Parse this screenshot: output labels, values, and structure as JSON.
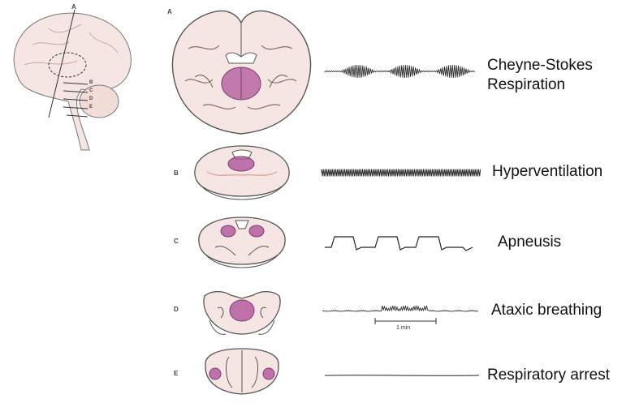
{
  "side_brain": {
    "section_line_label": "A",
    "level_labels": [
      "B",
      "C",
      "D",
      "E"
    ]
  },
  "rows": [
    {
      "letter": "A",
      "pattern_line1": "Cheyne-Stokes",
      "pattern_line2": "Respiration",
      "trace": "cheyne-stokes"
    },
    {
      "letter": "B",
      "pattern": "Hyperventilation",
      "trace": "hyperventilation"
    },
    {
      "letter": "C",
      "pattern": "Apneusis",
      "trace": "apneusis"
    },
    {
      "letter": "D",
      "pattern": "Ataxic breathing",
      "trace": "ataxic"
    },
    {
      "letter": "E",
      "pattern": "Respiratory arrest",
      "trace": "flat"
    }
  ],
  "scale_bar": {
    "label": "1 min"
  },
  "colors": {
    "tissue": "#f6e6e3",
    "lesion": "#b0559a",
    "outline": "#555555",
    "trace": "#222222"
  }
}
